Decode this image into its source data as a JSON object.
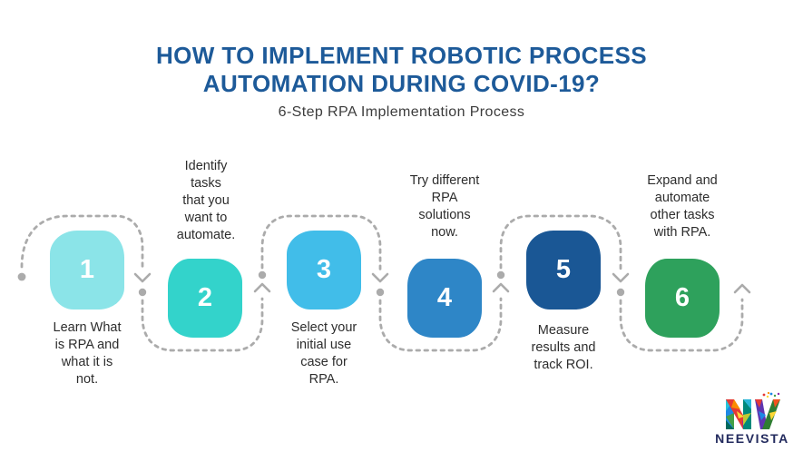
{
  "title": {
    "line1": "HOW TO IMPLEMENT ROBOTIC PROCESS",
    "line2": "AUTOMATION DURING COVID-19?",
    "subtitle": "6-Step RPA Implementation Process"
  },
  "steps": [
    {
      "number": "1",
      "color": "#8BE4E8",
      "label_position": "below",
      "label": "Learn What\nis RPA and\nwhat it is\nnot."
    },
    {
      "number": "2",
      "color": "#33D3CB",
      "label_position": "above",
      "label": "Identify\ntasks\nthat you\nwant to\nautomate."
    },
    {
      "number": "3",
      "color": "#41BDE9",
      "label_position": "below",
      "label": "Select your\ninitial use\ncase for\nRPA."
    },
    {
      "number": "4",
      "color": "#2E86C7",
      "label_position": "above",
      "label": "Try different\nRPA\nsolutions\nnow."
    },
    {
      "number": "5",
      "color": "#1A5795",
      "label_position": "below",
      "label": "Measure\nresults and\ntrack ROI."
    },
    {
      "number": "6",
      "color": "#2EA15C",
      "label_position": "above",
      "label": "Expand and\nautomate\nother tasks\nwith RPA."
    }
  ],
  "path": {
    "style": "dotted-snake",
    "color": "#ABABAB",
    "markers": "chevron-arrows-and-dots"
  },
  "colors": {
    "background": "#FFFFFF",
    "title_text": "#1D5A99",
    "subtitle_text": "#3C3C3C",
    "label_text": "#2D2D2D",
    "step_number_text": "#FFFFFF",
    "path_gray": "#ABABAB",
    "logo_text": "#232B5E"
  },
  "logo": {
    "text": "NEEVISTA"
  }
}
